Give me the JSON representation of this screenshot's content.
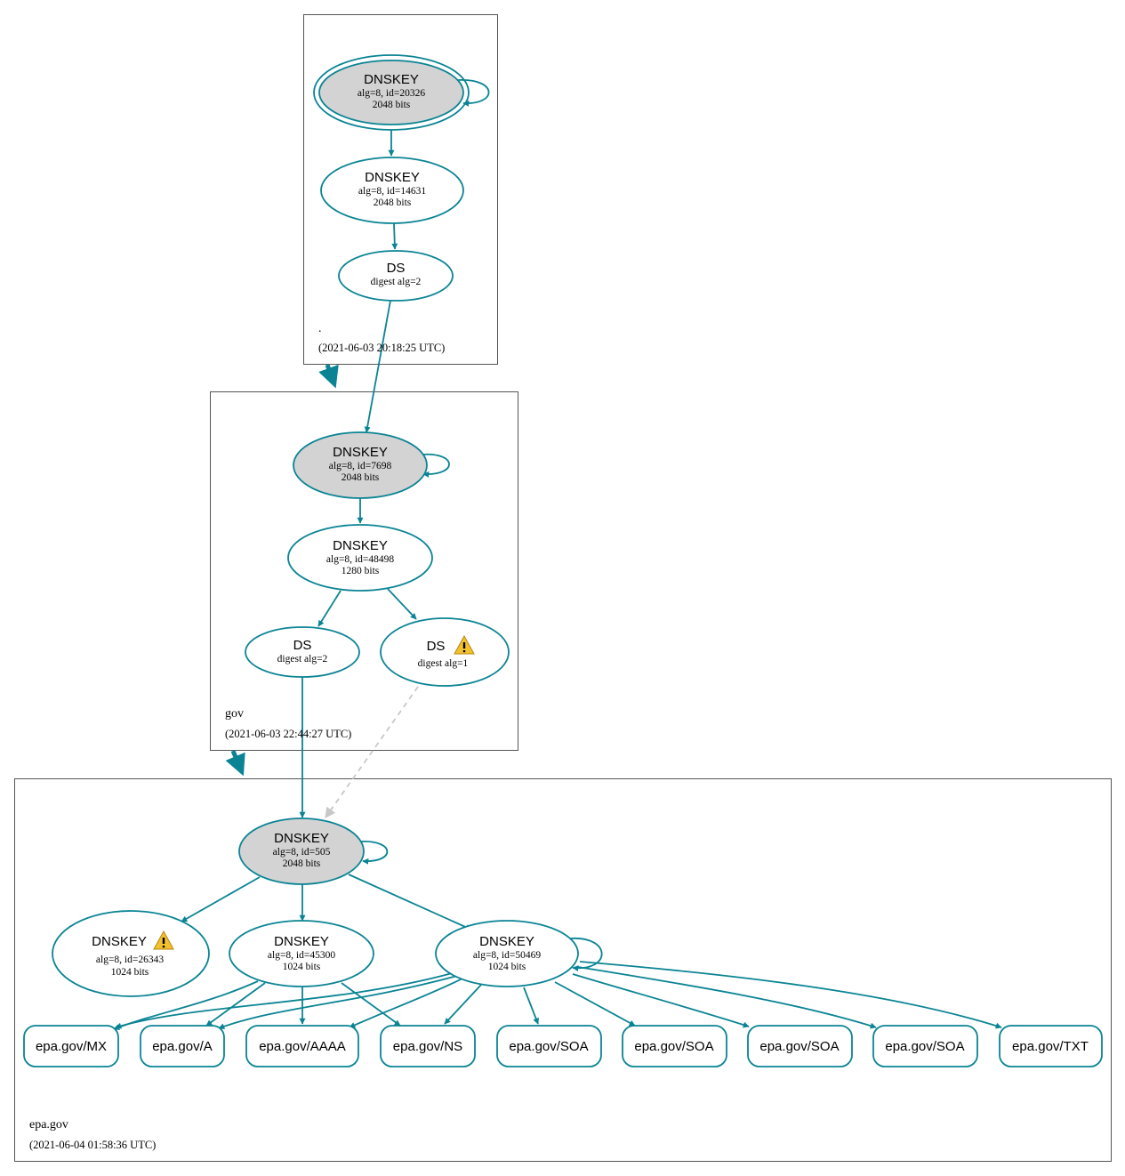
{
  "colors": {
    "accent": "#0a8494",
    "key_fill": "#d3d3d3",
    "dashed": "#c8c8c8",
    "warning": "#f2c12e"
  },
  "zones": {
    "root": {
      "name": ".",
      "time": "(2021-06-03 20:18:25 UTC)"
    },
    "gov": {
      "name": "gov",
      "time": "(2021-06-03 22:44:27 UTC)"
    },
    "epa": {
      "name": "epa.gov",
      "time": "(2021-06-04 01:58:36 UTC)"
    }
  },
  "nodes": {
    "root_ksk": {
      "title": "DNSKEY",
      "line1": "alg=8, id=20326",
      "line2": "2048 bits"
    },
    "root_zsk": {
      "title": "DNSKEY",
      "line1": "alg=8, id=14631",
      "line2": "2048 bits"
    },
    "root_ds": {
      "title": "DS",
      "line1": "digest alg=2"
    },
    "gov_ksk": {
      "title": "DNSKEY",
      "line1": "alg=8, id=7698",
      "line2": "2048 bits"
    },
    "gov_zsk": {
      "title": "DNSKEY",
      "line1": "alg=8, id=48498",
      "line2": "1280 bits"
    },
    "gov_ds2": {
      "title": "DS",
      "line1": "digest alg=2"
    },
    "gov_ds1": {
      "title": "DS",
      "line1": "digest alg=1",
      "icon": "warning-icon"
    },
    "epa_ksk": {
      "title": "DNSKEY",
      "line1": "alg=8, id=505",
      "line2": "2048 bits"
    },
    "epa_k26343": {
      "title": "DNSKEY",
      "line1": "alg=8, id=26343",
      "line2": "1024 bits",
      "icon": "warning-icon"
    },
    "epa_k45300": {
      "title": "DNSKEY",
      "line1": "alg=8, id=45300",
      "line2": "1024 bits"
    },
    "epa_k50469": {
      "title": "DNSKEY",
      "line1": "alg=8, id=50469",
      "line2": "1024 bits"
    }
  },
  "rrsets": [
    "epa.gov/MX",
    "epa.gov/A",
    "epa.gov/AAAA",
    "epa.gov/NS",
    "epa.gov/SOA",
    "epa.gov/SOA",
    "epa.gov/SOA",
    "epa.gov/SOA",
    "epa.gov/TXT"
  ]
}
